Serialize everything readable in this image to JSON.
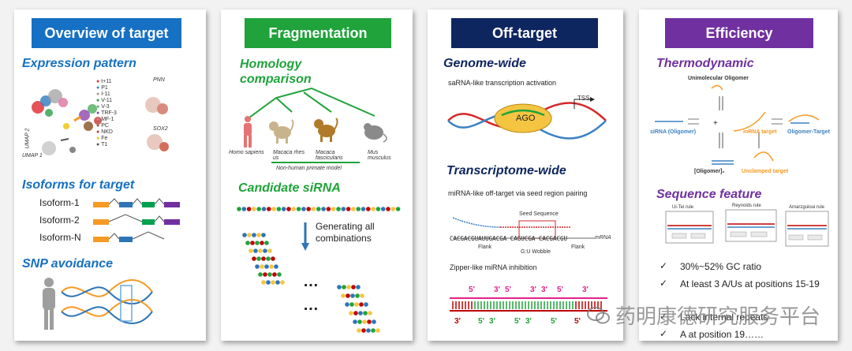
{
  "panels": {
    "overview": {
      "title": "Overview of target",
      "expression_pattern": "Expression pattern",
      "legend_items": [
        "t+11",
        "P1",
        "I-11",
        "V-11",
        "V-3",
        "TRF-3",
        "MF-1",
        "PC",
        "NKD",
        "Fe",
        "T1"
      ],
      "isoforms_title": "Isoforms for target",
      "isoforms": [
        "Isoform-1",
        "Isoform-2",
        "Isoform-N"
      ],
      "snp_title": "SNP avoidance",
      "umap_labels": [
        "UMAP 1",
        "UMAP 2"
      ],
      "gene_labels": [
        "PNN",
        "SOX2"
      ]
    },
    "fragmentation": {
      "title": "Fragmentation",
      "homology_title": "Homology comparison",
      "species": [
        "Homo  sapiens",
        "Macaca rhes us",
        "Macaca fascicularis",
        "Mus musculus"
      ],
      "nhp_label": "Non-human primate model",
      "candidate_title": "Candidate siRNA",
      "generating_text": "Generating all combinations",
      "ellipsis": "…"
    },
    "offtarget": {
      "title": "Off-target",
      "genome_title": "Genome-wide",
      "genome_desc": "saRNA-like transcription activation",
      "ago_label": "AGO",
      "tss_label": "TSS",
      "transcriptome_title": "Transcriptome-wide",
      "transcriptome_desc": "miRNA-like off-target via seed region pairing",
      "seed_label": "Seed Sequence",
      "mrna_seq": "CACGACGUAUUGACGA CAGUCGA CACGACGU",
      "mrna_label": "mRNA",
      "flank_label": "Flank",
      "gu_label": "G:U Wobble",
      "zipper_desc": "Zipper-like miRNA inhibition",
      "prime5": "5'",
      "prime3": "3'"
    },
    "efficiency": {
      "title": "Efficiency",
      "thermo_title": "Thermodynamic",
      "thermo_labels": {
        "uni": "Unimolecular Oligomer",
        "sirna": "siRNA (Oligomer)",
        "mrna": "mRNA target",
        "oligo_target": "Oligomer-Target",
        "oligomer2": "[Oligomer]₂",
        "unclamped": "Unclamped target"
      },
      "sequence_title": "Sequence feature",
      "rule_labels": [
        "Ui-Tei rule",
        "Reynolds rule",
        "Amarzguioui rule"
      ],
      "bullets": [
        "30%~52% GC ratio",
        "At least 3 A/Us at positions 15-19",
        "Lack internal repeats",
        "A at position 19……"
      ]
    }
  },
  "watermark": "药明康德研究服务平台",
  "colors": {
    "blue": "#1670c3",
    "green": "#1fa33a",
    "navy": "#0e2660",
    "purple": "#7030a0",
    "orange": "#f59a23",
    "iso_blue": "#2e75b6",
    "iso_green": "#00a050",
    "iso_purple": "#7030a0"
  }
}
